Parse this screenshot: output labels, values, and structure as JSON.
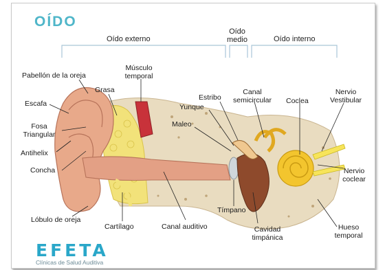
{
  "title": "OÍDO",
  "sections": {
    "external": "Oído externo",
    "middle": "Oído medio",
    "inner": "Oído interno"
  },
  "labels": {
    "pabellon": "Pabellón de la oreja",
    "musculo": "Músculo temporal",
    "grasa": "Grasa",
    "escafa": "Escafa",
    "fosa": "Fosa Triangular",
    "antihelix": "Antihelix",
    "concha": "Concha",
    "lobulo": "Lóbulo de oreja",
    "cartilago": "Cartílago",
    "canal_auditivo": "Canal auditivo",
    "estribo": "Estribo",
    "yunque": "Yunque",
    "maleo": "Maleo",
    "canal_semicircular": "Canal semicircular",
    "coclea": "Coclea",
    "nervio_vestibular": "Nervio Vestibular",
    "nervio_coclear": "Nervio coclear",
    "timpano": "Tímpano",
    "cavidad": "Cavidad timpánica",
    "hueso": "Hueso temporal"
  },
  "brand": {
    "name": "EFETA",
    "tagline": "Clínicas de Salud Auditiva"
  },
  "colors": {
    "title": "#4fb6c9",
    "brand": "#2aa7c9",
    "bracket": "#a9c6d8",
    "skin": "#e8a98a",
    "fat": "#f2e27a",
    "bone": "#e9dcc0",
    "cochlea": "#f3c52e"
  }
}
